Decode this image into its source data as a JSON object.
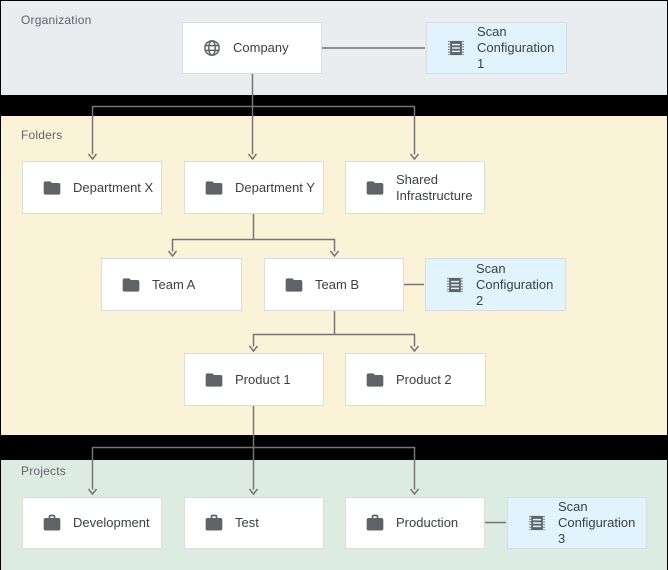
{
  "diagram": {
    "sections": {
      "organization": {
        "label": "Organization"
      },
      "folders": {
        "label": "Folders"
      },
      "projects": {
        "label": "Projects"
      }
    },
    "nodes": {
      "company": {
        "label": "Company",
        "icon": "globe-icon"
      },
      "scan_config_1": {
        "label": "Scan Configuration 1",
        "icon": "receipt-icon"
      },
      "department_x": {
        "label": "Department X",
        "icon": "folder-icon"
      },
      "department_y": {
        "label": "Department Y",
        "icon": "folder-icon"
      },
      "shared_infrastructure": {
        "label": "Shared Infrastructure",
        "icon": "folder-icon"
      },
      "team_a": {
        "label": "Team A",
        "icon": "folder-icon"
      },
      "team_b": {
        "label": "Team B",
        "icon": "folder-icon"
      },
      "scan_config_2": {
        "label": "Scan Configuration 2",
        "icon": "receipt-icon"
      },
      "product_1": {
        "label": "Product 1",
        "icon": "folder-icon"
      },
      "product_2": {
        "label": "Product 2",
        "icon": "folder-icon"
      },
      "development": {
        "label": "Development",
        "icon": "briefcase-icon"
      },
      "test": {
        "label": "Test",
        "icon": "briefcase-icon"
      },
      "production": {
        "label": "Production",
        "icon": "briefcase-icon"
      },
      "scan_config_3": {
        "label": "Scan Configuration 3",
        "icon": "receipt-icon"
      }
    },
    "edges": [
      {
        "from": "company",
        "to": "department_x",
        "type": "hierarchy-arrow"
      },
      {
        "from": "company",
        "to": "department_y",
        "type": "hierarchy-arrow"
      },
      {
        "from": "company",
        "to": "shared_infrastructure",
        "type": "hierarchy-arrow"
      },
      {
        "from": "company",
        "to": "scan_config_1",
        "type": "scan-attachment"
      },
      {
        "from": "department_y",
        "to": "team_a",
        "type": "hierarchy-arrow"
      },
      {
        "from": "department_y",
        "to": "team_b",
        "type": "hierarchy-arrow"
      },
      {
        "from": "team_b",
        "to": "scan_config_2",
        "type": "scan-attachment"
      },
      {
        "from": "team_b",
        "to": "product_1",
        "type": "hierarchy-arrow"
      },
      {
        "from": "team_b",
        "to": "product_2",
        "type": "hierarchy-arrow"
      },
      {
        "from": "product_1",
        "to": "development",
        "type": "hierarchy-arrow"
      },
      {
        "from": "product_1",
        "to": "test",
        "type": "hierarchy-arrow"
      },
      {
        "from": "product_1",
        "to": "production",
        "type": "hierarchy-arrow"
      },
      {
        "from": "production",
        "to": "scan_config_3",
        "type": "scan-attachment"
      }
    ],
    "colors": {
      "organization_bg": "#e9edf0",
      "folders_bg": "#fbf3d8",
      "projects_bg": "#ddece3",
      "scan_config_bg": "#e1f4fd",
      "separator_band": "#000000",
      "node_bg": "#ffffff",
      "node_border": "#dadce0",
      "node_text": "#3c4043",
      "section_label_text": "#5f6368",
      "connector": "#757575",
      "icon": "#5f6368"
    }
  }
}
